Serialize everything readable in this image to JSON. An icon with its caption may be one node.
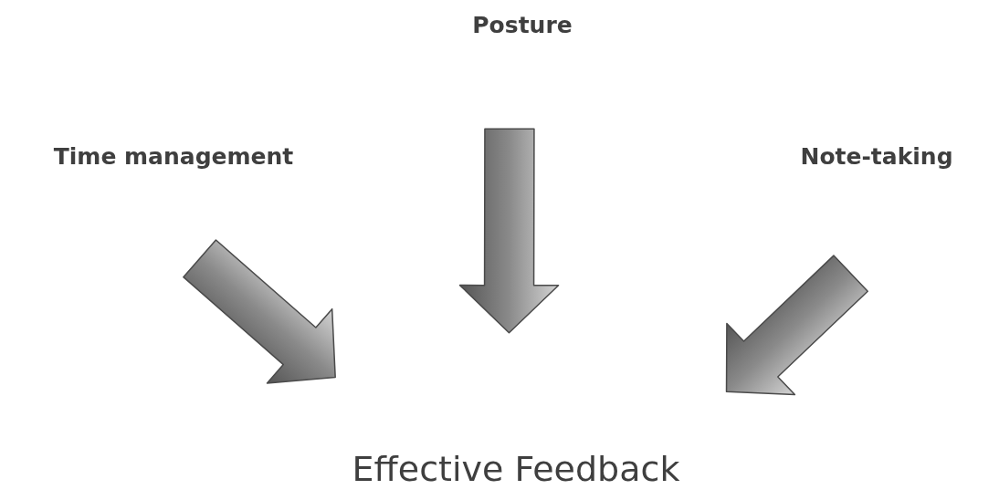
{
  "diagram": {
    "nodes": [
      {
        "text": [
          "Posture"
        ]
      },
      {
        "text": [
          "Time management"
        ]
      },
      {
        "text": [
          "Note-taking"
        ]
      },
      {
        "text": [
          "Effective Feedback"
        ]
      }
    ],
    "edges": [
      {
        "from": 0,
        "to": 3,
        "arrow": "to",
        "style": "thick"
      },
      {
        "from": 1,
        "to": 3,
        "arrow": "to",
        "style": "thick"
      },
      {
        "from": 2,
        "to": 3,
        "arrow": "to",
        "style": "thick"
      }
    ]
  }
}
